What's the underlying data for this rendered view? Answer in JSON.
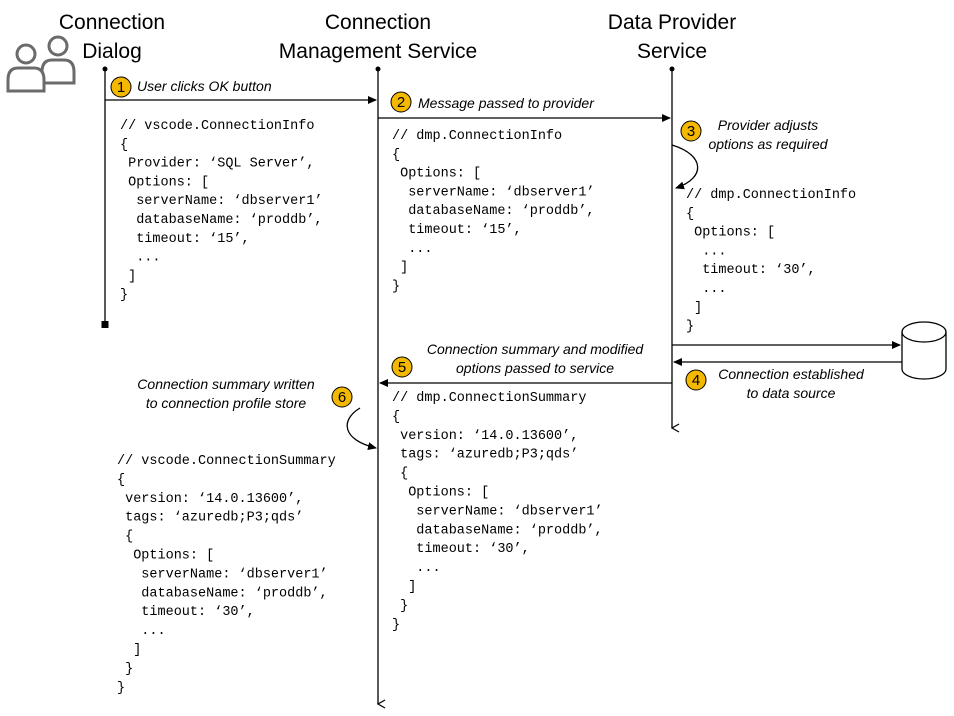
{
  "participants": {
    "dialog": {
      "line1": "Connection",
      "line2": "Dialog"
    },
    "cms": {
      "line1": "Connection",
      "line2": "Management Service"
    },
    "dps": {
      "line1": "Data Provider",
      "line2": "Service"
    }
  },
  "icons": {
    "users": "users-icon",
    "database": "database-icon"
  },
  "badge_color": "#F5B800",
  "steps": [
    {
      "number": "1",
      "lines": [
        "User clicks OK button"
      ]
    },
    {
      "number": "2",
      "lines": [
        "Message passed to provider"
      ]
    },
    {
      "number": "3",
      "lines": [
        "Provider adjusts",
        "options as required"
      ]
    },
    {
      "number": "4",
      "lines": [
        "Connection established",
        "to data source"
      ]
    },
    {
      "number": "5",
      "lines": [
        "Connection summary and modified",
        "options passed to service"
      ]
    },
    {
      "number": "6",
      "lines": [
        "Connection summary written",
        "to connection profile store"
      ]
    }
  ],
  "code_blocks": {
    "vscode_info": [
      "// vscode.ConnectionInfo",
      "{",
      " Provider: ‘SQL Server’,",
      " Options: [",
      "  serverName: ‘dbserver1’",
      "  databaseName: ‘proddb’,",
      "  timeout: ‘15’,",
      "  ...",
      " ]",
      "}"
    ],
    "dmp_info_1": [
      "// dmp.ConnectionInfo",
      "{",
      " Options: [",
      "  serverName: ‘dbserver1’",
      "  databaseName: ‘proddb’,",
      "  timeout: ‘15’,",
      "  ...",
      " ]",
      "}"
    ],
    "dmp_info_2": [
      "// dmp.ConnectionInfo",
      "{",
      " Options: [",
      "  ...",
      "  timeout: ‘30’,",
      "  ...",
      " ]",
      "}"
    ],
    "dmp_summary": [
      "// dmp.ConnectionSummary",
      "{",
      " version: ‘14.0.13600’,",
      " tags: ‘azuredb;P3;qds’",
      " {",
      "  Options: [",
      "   serverName: ‘dbserver1’",
      "   databaseName: ‘proddb’,",
      "   timeout: ‘30’,",
      "   ...",
      "  ]",
      " }",
      "}"
    ],
    "vscode_summary": [
      "// vscode.ConnectionSummary",
      "{",
      " version: ‘14.0.13600’,",
      " tags: ‘azuredb;P3;qds’",
      " {",
      "  Options: [",
      "   serverName: ‘dbserver1’",
      "   databaseName: ‘proddb’,",
      "   timeout: ‘30’,",
      "   ...",
      "  ]",
      " }",
      "}"
    ]
  }
}
